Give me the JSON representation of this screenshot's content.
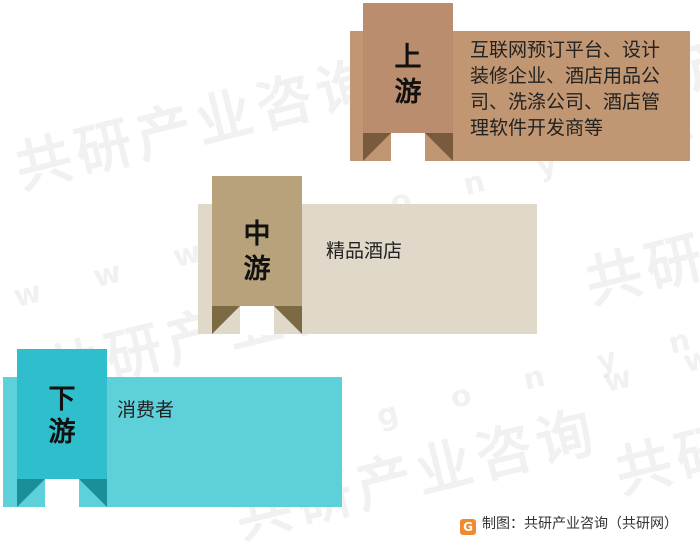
{
  "levels": {
    "upstream": {
      "label_line1": "上",
      "label_line2": "游",
      "description": "互联网预订平台、设计装修企业、酒店用品公司、洗涤公司、酒店管理软件开发商等",
      "panel_color": "#c19672",
      "tag_color": "#b98d6d",
      "notch_color": "#7a5a3d"
    },
    "midstream": {
      "label_line1": "中",
      "label_line2": "游",
      "description": "精品酒店",
      "panel_color": "#e0d8c8",
      "tag_color": "#b8a27b",
      "notch_color": "#7c6a45"
    },
    "downstream": {
      "label_line1": "下",
      "label_line2": "游",
      "description": "消费者",
      "panel_color": "#5dd0d9",
      "tag_color": "#2fbecb",
      "notch_color": "#1a8f99"
    }
  },
  "watermark": {
    "brand": "共研产业咨询",
    "url": "w w w . g o n y n . c o m"
  },
  "footer": {
    "logo_icon": "gonyn-logo-icon",
    "text": "制图：共研产业咨询（共研网）"
  }
}
